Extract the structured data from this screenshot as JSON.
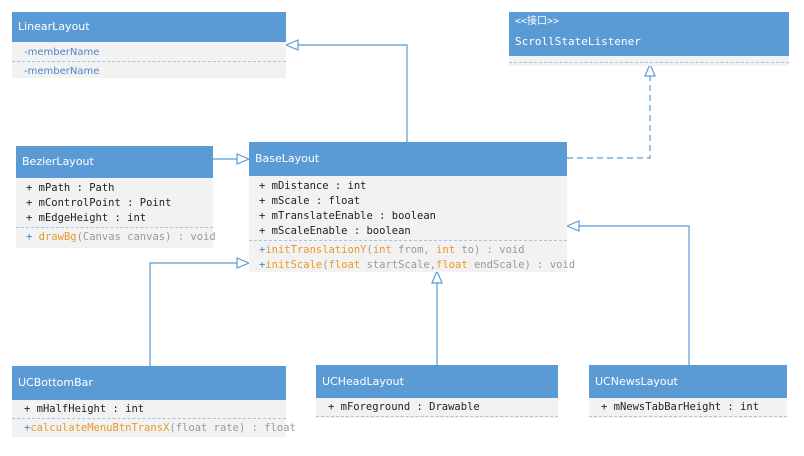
{
  "classes": {
    "linear": {
      "name": "LinearLayout",
      "fields": [
        "-memberName",
        "-memberName"
      ]
    },
    "scroll": {
      "stereotype": "<<接口>>",
      "name": "ScrollStateListener"
    },
    "bezier": {
      "name": "BezierLayout",
      "fields": [
        "+ mPath : Path",
        "+ mControlPoint : Point",
        "+ mEdgeHeight : int"
      ],
      "op": {
        "vis": "+",
        "method": "drawBg",
        "args": "(Canvas canvas)",
        "ret": " : void"
      }
    },
    "base": {
      "name": "BaseLayout",
      "fields": [
        "+ mDistance : int",
        "+ mScale : float",
        "+ mTranslateEnable : boolean",
        "+ mScaleEnable : boolean"
      ],
      "op1": {
        "vis": "+",
        "method": "initTranslationY",
        "p1": "(",
        "t1": "int",
        "a1": " from, ",
        "t2": "int",
        "a2": " to)",
        "ret": " : void"
      },
      "op2": {
        "vis": "+",
        "method": "initScale",
        "p1": "(",
        "t1": "float",
        "a1": " startScale,",
        "t2": "float",
        "a2": " endScale)",
        "ret": " : void"
      }
    },
    "bottom": {
      "name": "UCBottomBar",
      "fields": [
        "+ mHalfHeight : int"
      ],
      "op": {
        "vis": "+",
        "method": "calculateMenuBtnTransX",
        "args": "(float rate)",
        "ret": " : float"
      }
    },
    "head": {
      "name": "UCHeadLayout",
      "fields": [
        "+ mForeground : Drawable"
      ]
    },
    "news": {
      "name": "UCNewsLayout",
      "fields": [
        "+ mNewsTabBarHeight : int"
      ]
    }
  },
  "colors": {
    "header": "#5b9bd5",
    "body": "#f2f2f2",
    "edge": "#5b9bd5"
  }
}
